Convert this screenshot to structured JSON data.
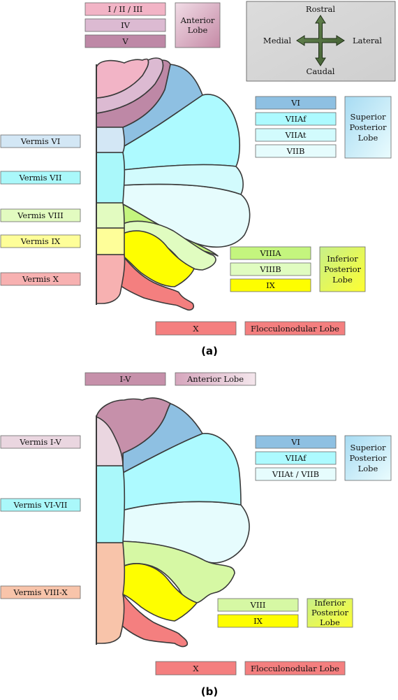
{
  "compass": {
    "rostral": "Rostral",
    "caudal": "Caudal",
    "medial": "Medial",
    "lateral": "Lateral"
  },
  "panel_a": {
    "caption": "(a)",
    "anterior": {
      "items": [
        "I / II / III",
        "IV",
        "V"
      ],
      "group_line1": "Anterior",
      "group_line2": "Lobe"
    },
    "vermis": [
      "Vermis VI",
      "Vermis VII",
      "Vermis VIII",
      "Vermis IX",
      "Vermis X"
    ],
    "superior": {
      "items": [
        "VI",
        "VIIAf",
        "VIIAt",
        "VIIB"
      ],
      "group_line1": "Superior",
      "group_line2": "Posterior",
      "group_line3": "Lobe"
    },
    "inferior": {
      "items": [
        "VIIIA",
        "VIIIB",
        "IX"
      ],
      "group_line1": "Inferior",
      "group_line2": "Posterior",
      "group_line3": "Lobe"
    },
    "flocculonodular": {
      "item": "X",
      "group": "Flocculonodular Lobe"
    }
  },
  "panel_b": {
    "caption": "(b)",
    "anterior": {
      "item": "I-V",
      "group": "Anterior Lobe"
    },
    "vermis": [
      "Vermis I-V",
      "Vermis VI-VII",
      "Vermis VIII-X"
    ],
    "superior": {
      "items": [
        "VI",
        "VIIAf",
        "VIIAt / VIIB"
      ],
      "group_line1": "Superior",
      "group_line2": "Posterior",
      "group_line3": "Lobe"
    },
    "inferior": {
      "items": [
        "VIII",
        "IX"
      ],
      "group_line1": "Inferior",
      "group_line2": "Posterior",
      "group_line3": "Lobe"
    },
    "flocculonodular": {
      "item": "X",
      "group": "Flocculonodular Lobe"
    }
  },
  "colors": {
    "lobule_I_III": "#f2b4c6",
    "lobule_IV": "#dcbad2",
    "lobule_V": "#be88a6",
    "lobule_I_V": "#c690aa",
    "lobule_VI": "#8ec0e2",
    "lobule_VIIAf": "#adfaff",
    "lobule_VIIAt": "#d2fbfd",
    "lobule_VIIB": "#e6fcfd",
    "lobule_VIIIA": "#c4f57e",
    "lobule_VIIIB": "#e0fcc0",
    "lobule_VIII": "#d6f8a4",
    "lobule_IX": "#fefe00",
    "lobule_X": "#f47f7f",
    "vermis_VI": "#d3e7f5",
    "vermis_VII": "#aaf8fa",
    "vermis_VIII": "#e2fbc0",
    "vermis_IX": "#fefe99",
    "vermis_X": "#f7b1b1",
    "vermis_I_V": "#ead6e0",
    "vermis_VI_VII": "#aaf8fa",
    "vermis_VIII_X": "#f8c4aa",
    "compass_bg": "#d8d8d8"
  }
}
